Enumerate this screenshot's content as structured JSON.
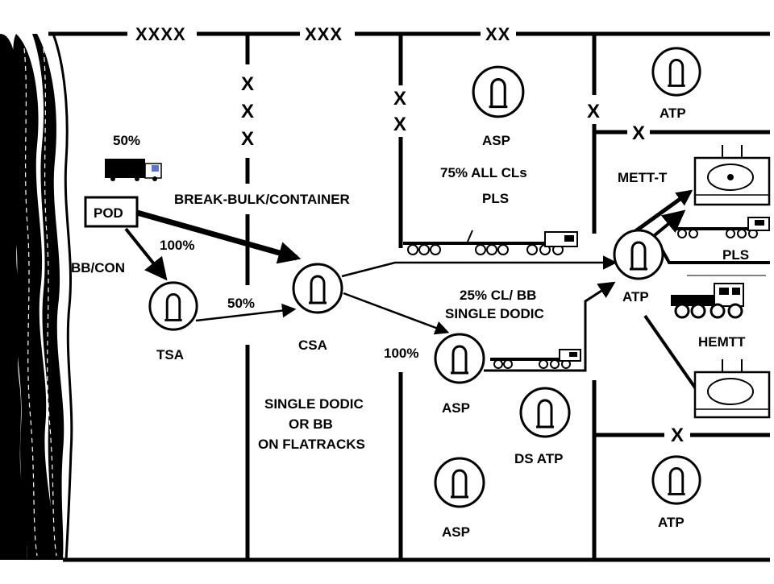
{
  "echelons": {
    "xxxx": "XXXX",
    "xxx_top": "XXX",
    "xx_top": "XX",
    "x": "X"
  },
  "vertical_marks": {
    "xxx": [
      "X",
      "X",
      "X"
    ],
    "xx": [
      "X",
      "X"
    ]
  },
  "nodes": {
    "pod": "POD",
    "tsa": "TSA",
    "csa": "CSA",
    "asp_top": "ASP",
    "asp_mid": "ASP",
    "asp_bottom": "ASP",
    "atp_top": "ATP",
    "atp_main": "ATP",
    "atp_bottom": "ATP",
    "ds_atp": "DS ATP"
  },
  "labels": {
    "pct_50_truck": "50%",
    "pct_100_pod": "100%",
    "bb_con": "BB/CON",
    "pct_50_tsa": "50%",
    "break_bulk": "BREAK-BULK/CONTAINER",
    "asp_top_line1": "75%  ALL CLs",
    "asp_top_line2": "PLS",
    "cl_bb": "25%  CL/ BB",
    "single_dodic": "SINGLE DODIC",
    "pct_100_asp": "100%",
    "csa_note_1": "SINGLE DODIC",
    "csa_note_2": "OR BB",
    "csa_note_3": "ON FLATRACKS",
    "mett_t": "METT-T",
    "pls": "PLS",
    "hemtt": "HEMTT"
  }
}
